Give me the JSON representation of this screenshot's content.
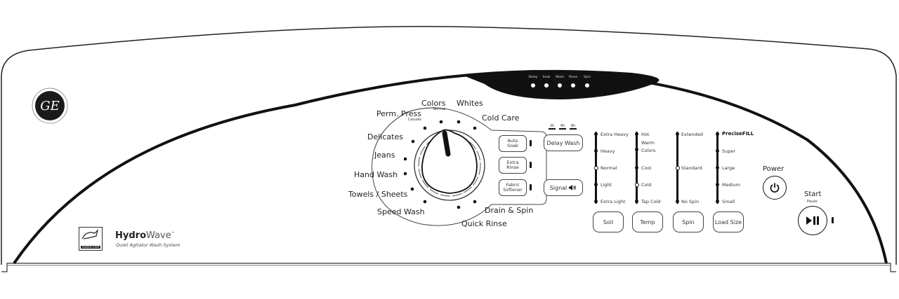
{
  "brand": {
    "logo": "ge-monogram-logo",
    "product_bold": "Hydro",
    "product_light": "Wave",
    "trademark": "™",
    "tagline": "Quiet Agitator Wash System",
    "energy_badge": "ENERGY STAR"
  },
  "status_lights": [
    {
      "label": "Delay"
    },
    {
      "label": "Soak"
    },
    {
      "label": "Wash"
    },
    {
      "label": "Rinse"
    },
    {
      "label": "Spin"
    }
  ],
  "cycle_dial": {
    "selected": "Colors",
    "cycles": [
      {
        "label": "Perm. Press",
        "sub": "Casuals"
      },
      {
        "label": "Colors",
        "sub": "Normal"
      },
      {
        "label": "Whites",
        "sub": ""
      },
      {
        "label": "Cold Care",
        "sub": ""
      },
      {
        "label": "Delicates",
        "sub": ""
      },
      {
        "label": "Jeans",
        "sub": ""
      },
      {
        "label": "Hand Wash",
        "sub": ""
      },
      {
        "label": "Towels / Sheets",
        "sub": ""
      },
      {
        "label": "Speed Wash",
        "sub": ""
      },
      {
        "label": "Quick Rinse",
        "sub": ""
      },
      {
        "label": "Drain & Spin",
        "sub": ""
      }
    ]
  },
  "options": [
    {
      "label_line1": "Auto",
      "label_line2": "Soak"
    },
    {
      "label_line1": "Extra",
      "label_line2": "Rinse"
    },
    {
      "label_line1": "Fabric",
      "label_line2": "Softener"
    }
  ],
  "delay_wash": {
    "label": "Delay Wash",
    "hours": [
      "2h",
      "4h",
      "8h"
    ]
  },
  "signal": {
    "label": "Signal",
    "icon": "speaker-volume-icon"
  },
  "settings": [
    {
      "button": "Soil",
      "levels": [
        "Extra Heavy",
        "Heavy",
        "Normal",
        "Light",
        "Extra Light"
      ],
      "selected": "Normal"
    },
    {
      "button": "Temp",
      "levels": [
        "Hot",
        "Warm",
        "Colors",
        "Cool",
        "Cold",
        "Tap Cold"
      ],
      "selected": "Cold"
    },
    {
      "button": "Spin",
      "levels": [
        "Extended",
        "Standard",
        "No Spin"
      ],
      "selected": "Standard"
    },
    {
      "button": "Load Size",
      "levels": [
        "PreciseFILL",
        "Super",
        "Large",
        "Medium",
        "Small"
      ],
      "selected": "PreciseFILL"
    }
  ],
  "power": {
    "label": "Power",
    "icon": "power-icon"
  },
  "start": {
    "label": "Start",
    "sub": "Pause",
    "icon": "play-pause-icon"
  },
  "colors": {
    "ink": "#111111",
    "panel": "#ffffff",
    "text": "#222222"
  }
}
